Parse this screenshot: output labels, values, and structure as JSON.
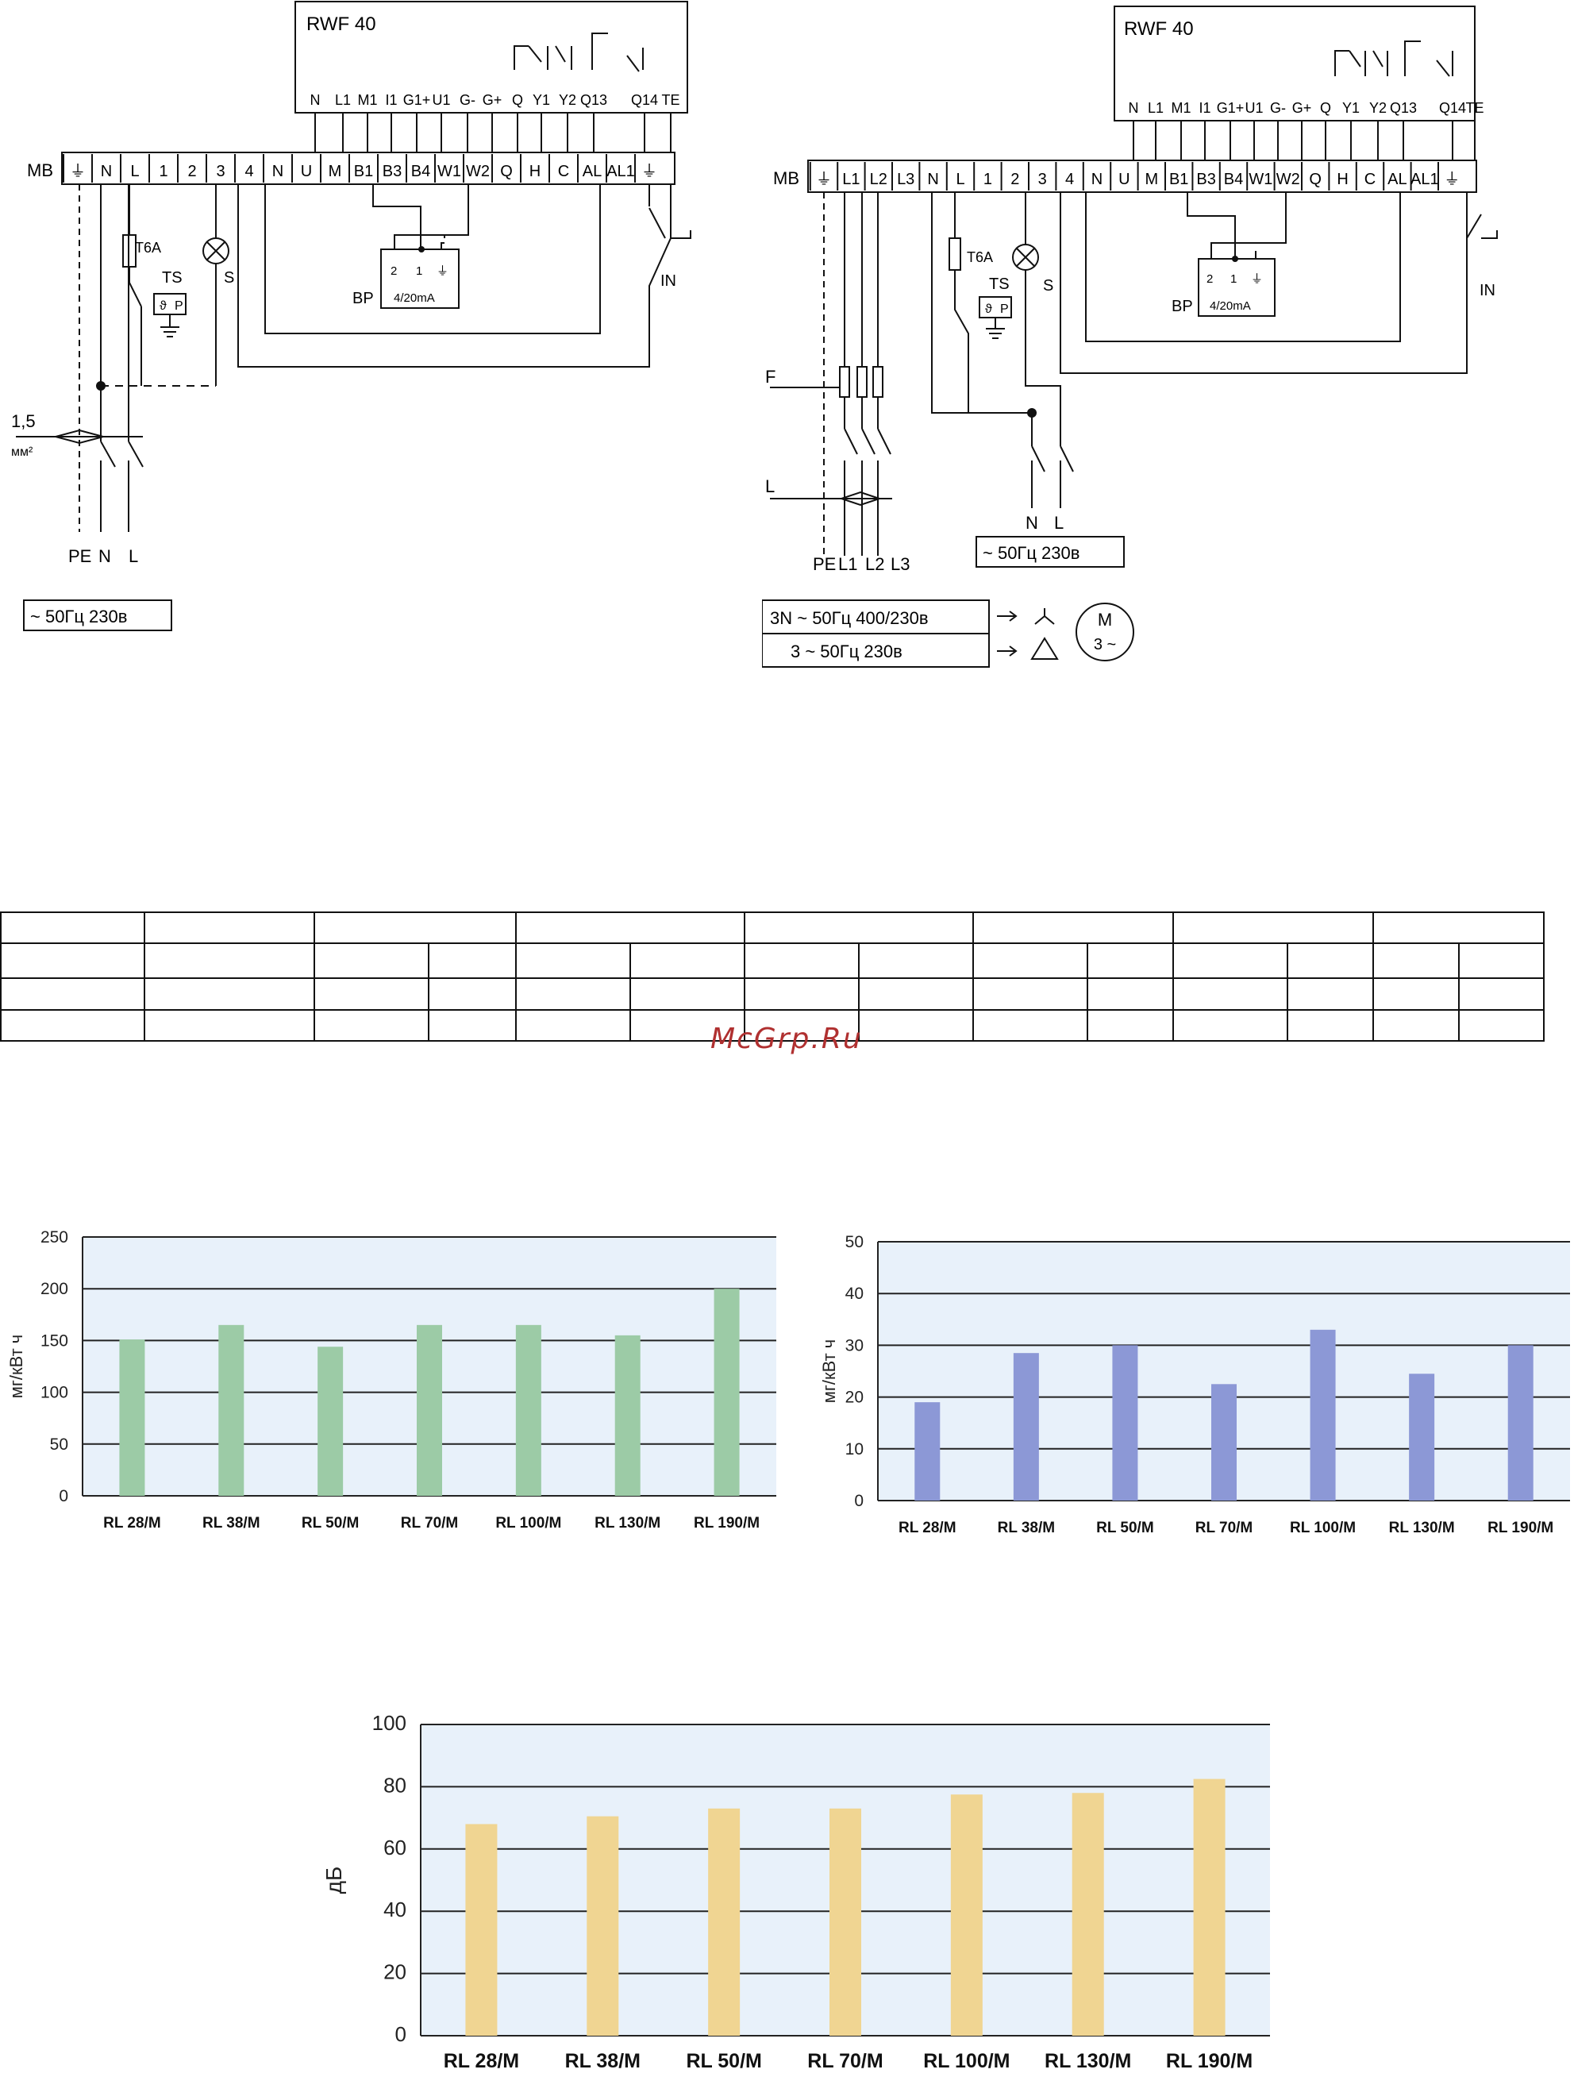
{
  "diagram_left": {
    "controller": "RWF 40",
    "controller_terminals": [
      "N",
      "L1",
      "M1",
      "I1",
      "G1+",
      "U1",
      "G-",
      "G+",
      "Q",
      "Y1",
      "Y2",
      "Q13",
      "Q14",
      "TE"
    ],
    "board_label": "MB",
    "board_terminals": [
      "⏚",
      "N",
      "L",
      "1",
      "2",
      "3",
      "4",
      "N",
      "U",
      "M",
      "B1",
      "B3",
      "B4",
      "W1",
      "W2",
      "Q",
      "H",
      "C",
      "AL",
      "AL1",
      "⏚"
    ],
    "fuse": "T6A",
    "thermostat": "TS",
    "thermo_symbols": [
      "ϑ",
      "P"
    ],
    "lamp": "S",
    "sensor": "BP",
    "sensor_pins": [
      "2",
      "1",
      "⏚"
    ],
    "sensor_range": "4/20mA",
    "input": "IN",
    "cable_value": "1,5",
    "cable_unit": "мм²",
    "supply_labels": [
      "PE",
      "N",
      "L"
    ],
    "supply_box": "~ 50Гц  230в"
  },
  "diagram_right": {
    "controller": "RWF 40",
    "controller_terminals": [
      "N",
      "L1",
      "M1",
      "I1",
      "G1+",
      "U1",
      "G-",
      "G+",
      "Q",
      "Y1",
      "Y2",
      "Q13",
      "Q14",
      "TE"
    ],
    "board_label": "MB",
    "board_terminals": [
      "⏚",
      "L1",
      "L2",
      "L3",
      "N",
      "L",
      "1",
      "2",
      "3",
      "4",
      "N",
      "U",
      "M",
      "B1",
      "B3",
      "B4",
      "W1",
      "W2",
      "Q",
      "H",
      "C",
      "AL",
      "AL1",
      "⏚"
    ],
    "fuse": "T6A",
    "thermostat": "TS",
    "thermo_symbols": [
      "ϑ",
      "P"
    ],
    "lamp": "S",
    "sensor": "BP",
    "sensor_pins": [
      "2",
      "1",
      "⏚"
    ],
    "sensor_range": "4/20mA",
    "input": "IN",
    "label_f": "F",
    "label_l": "L",
    "supply_labels": [
      "PE",
      "L1",
      "L2",
      "L3"
    ],
    "aux_labels": [
      "N",
      "L"
    ],
    "aux_box": "~ 50Гц  230в",
    "three_phase_box": [
      "3N ~ 50Гц  400/230в",
      "3 ~  50Гц  230в"
    ],
    "motor_symbol": [
      "M",
      "3 ~"
    ]
  },
  "watermark": "McGrp.Ru",
  "table": {
    "rows": 4
  },
  "chart_data": [
    {
      "type": "bar",
      "categories": [
        "RL 28/M",
        "RL 38/M",
        "RL 50/M",
        "RL 70/M",
        "RL 100/M",
        "RL 130/M",
        "RL 190/M"
      ],
      "values": [
        151,
        165,
        144,
        165,
        165,
        155,
        200
      ],
      "ylabel": "мг/кВт ч",
      "ylim": [
        0,
        250
      ],
      "yticks": [
        0,
        50,
        100,
        150,
        200,
        250
      ],
      "grid": true,
      "bar_color": "#9ccba6",
      "plot_bg": "#e8f1fa"
    },
    {
      "type": "bar",
      "categories": [
        "RL 28/M",
        "RL 38/M",
        "RL 50/M",
        "RL 70/M",
        "RL 100/M",
        "RL 130/M",
        "RL 190/M"
      ],
      "values": [
        19,
        28.5,
        30,
        22.5,
        33,
        24.5,
        30
      ],
      "ylabel": "мг/кВт ч",
      "ylim": [
        0,
        50
      ],
      "yticks": [
        0,
        10,
        20,
        30,
        40,
        50
      ],
      "grid": true,
      "bar_color": "#8c98d6",
      "plot_bg": "#e8f1fa"
    },
    {
      "type": "bar",
      "categories": [
        "RL 28/M",
        "RL 38/M",
        "RL 50/M",
        "RL 70/M",
        "RL 100/M",
        "RL 130/M",
        "RL 190/M"
      ],
      "values": [
        68,
        70.5,
        73,
        73,
        77.5,
        78,
        82.5
      ],
      "ylabel": "дБ",
      "ylim": [
        0,
        100
      ],
      "yticks": [
        0,
        20,
        40,
        60,
        80,
        100
      ],
      "grid": true,
      "bar_color": "#f0d592",
      "plot_bg": "#e8f1fa"
    }
  ]
}
